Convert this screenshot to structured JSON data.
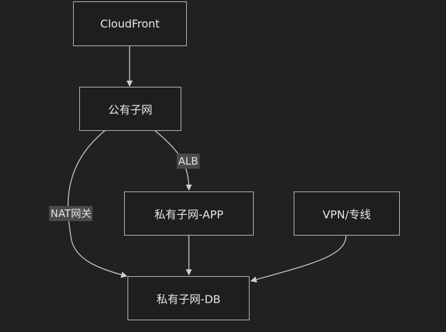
{
  "nodes": {
    "cloudfront": "CloudFront",
    "public_subnet": "公有子网",
    "private_app": "私有子网-APP",
    "vpn": "VPN/专线",
    "private_db": "私有子网-DB"
  },
  "edge_labels": {
    "alb": "ALB",
    "nat": "NAT网关"
  },
  "colors": {
    "background": "#212121",
    "node_fill": "#1e1f1d",
    "node_border": "#b9b9b9",
    "edge": "#cfcfcf",
    "label_bg": "#4a4a4a",
    "text": "#e6e6e6"
  }
}
